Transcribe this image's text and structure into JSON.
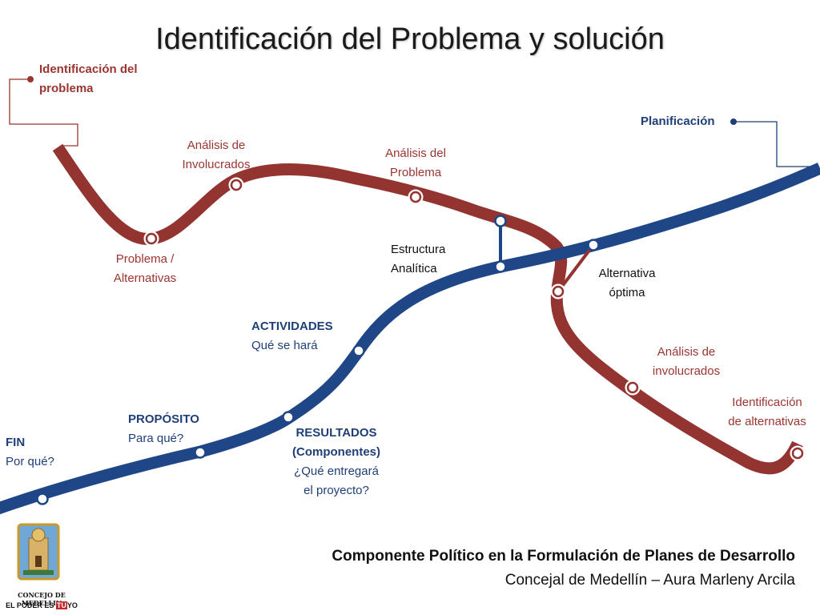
{
  "title": "Identificación del Problema y solución",
  "colors": {
    "red_line": "#943431",
    "blue_line": "#1f4788",
    "red_text": "#9b3530",
    "blue_text": "#1f3f78"
  },
  "labels": {
    "ident_problema": [
      "Identificación del",
      "problema"
    ],
    "planificacion": "Planificación",
    "analisis_involucrados": [
      "Análisis de",
      "Involucrados"
    ],
    "analisis_problema": [
      "Análisis del",
      "Problema"
    ],
    "problema_alternativas": [
      "Problema /",
      "Alternativas"
    ],
    "estructura_analitica": [
      "Estructura",
      "Analítica"
    ],
    "alternativa_optima": [
      "Alternativa",
      "óptima"
    ],
    "actividades": {
      "head": "ACTIVIDADES",
      "sub": "Qué se hará"
    },
    "analisis_involucrados_2": [
      "Análisis de",
      "involucrados"
    ],
    "identificacion_alternativas": [
      "Identificación",
      "de alternativas"
    ],
    "proposito": {
      "head": "PROPÓSITO",
      "sub": "Para qué?"
    },
    "resultados": {
      "head": [
        "RESULTADOS",
        "(Componentes)"
      ],
      "sub": [
        "¿Qué entregará",
        "el proyecto?"
      ]
    },
    "fin": {
      "head": "FIN",
      "sub": "Por qué?"
    }
  },
  "footer": {
    "line1": "Componente Político en la Formulación de Planes de Desarrollo",
    "line2": "Concejal de Medellín – Aura Marleny Arcila"
  },
  "logo": {
    "line1": "CONCEJO DE MEDELLIN",
    "line2_a": "EL PODER ES ",
    "line2_b": "TU",
    "line2_c": "YO"
  }
}
